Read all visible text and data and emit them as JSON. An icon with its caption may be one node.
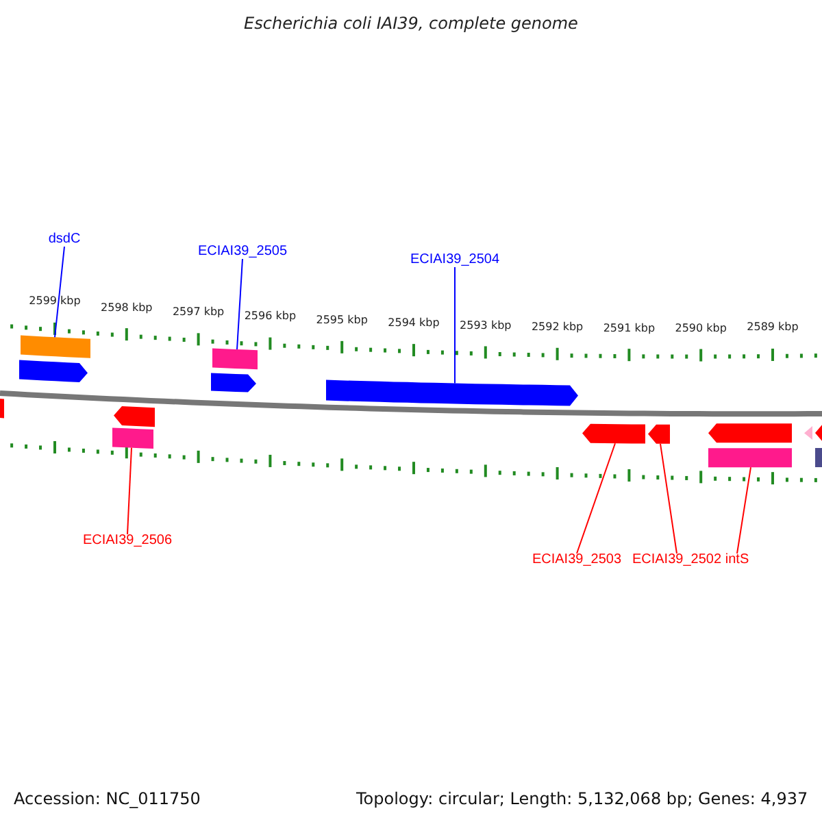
{
  "diagram": {
    "title": "Escherichia coli IAI39, complete genome",
    "nodes": [
      {
        "text": [
          "dsdC"
        ]
      },
      {
        "text": [
          "ECIAI39_2505"
        ]
      },
      {
        "text": [
          "ECIAI39_2504"
        ]
      },
      {
        "text": [],
        "shape": "bar"
      },
      {
        "text": [],
        "shape": "arrow"
      },
      {
        "text": [],
        "shape": "bar"
      },
      {
        "text": [],
        "shape": "arrow"
      },
      {
        "text": [],
        "shape": "arrow"
      },
      {
        "text": [],
        "shape": "bar"
      },
      {
        "text": [],
        "shape": "arrow"
      },
      {
        "text": [],
        "shape": "bar"
      },
      {
        "text": [],
        "shape": "arrow"
      },
      {
        "text": [],
        "shape": "arrow"
      },
      {
        "text": [],
        "shape": "arrow"
      },
      {
        "text": [],
        "shape": "bar"
      },
      {
        "text": [],
        "shape": "arrow"
      },
      {
        "text": [],
        "shape": "arrow"
      },
      {
        "text": [],
        "shape": "bar"
      },
      {
        "text": [
          "ECIAI39_2506"
        ]
      },
      {
        "text": [
          "ECIAI39_2503"
        ]
      },
      {
        "text": [
          "ECIAI39_2502"
        ]
      },
      {
        "text": [
          "intS"
        ]
      }
    ],
    "edges": [
      {
        "from": 0,
        "to": 3,
        "arrow": "none",
        "color": "#0000ff"
      },
      {
        "from": 1,
        "to": 5,
        "arrow": "none",
        "color": "#0000ff"
      },
      {
        "from": 2,
        "to": 7,
        "arrow": "none",
        "color": "#0000ff"
      },
      {
        "from": 18,
        "to": 10,
        "arrow": "none"
      },
      {
        "from": 19,
        "to": 11,
        "arrow": "none"
      },
      {
        "from": 20,
        "to": 12,
        "arrow": "none"
      },
      {
        "from": 21,
        "to": 14,
        "arrow": "none"
      }
    ],
    "labels": [
      "2599 kbp",
      "2598 kbp",
      "2597 kbp",
      "2596 kbp",
      "2595 kbp",
      "2594 kbp",
      "2593 kbp",
      "2592 kbp",
      "2591 kbp",
      "2590 kbp",
      "2589 kbp",
      "Accession: NC_011750",
      "Topology: circular; Length: 5,132,068 bp; Genes: 4,937"
    ]
  }
}
